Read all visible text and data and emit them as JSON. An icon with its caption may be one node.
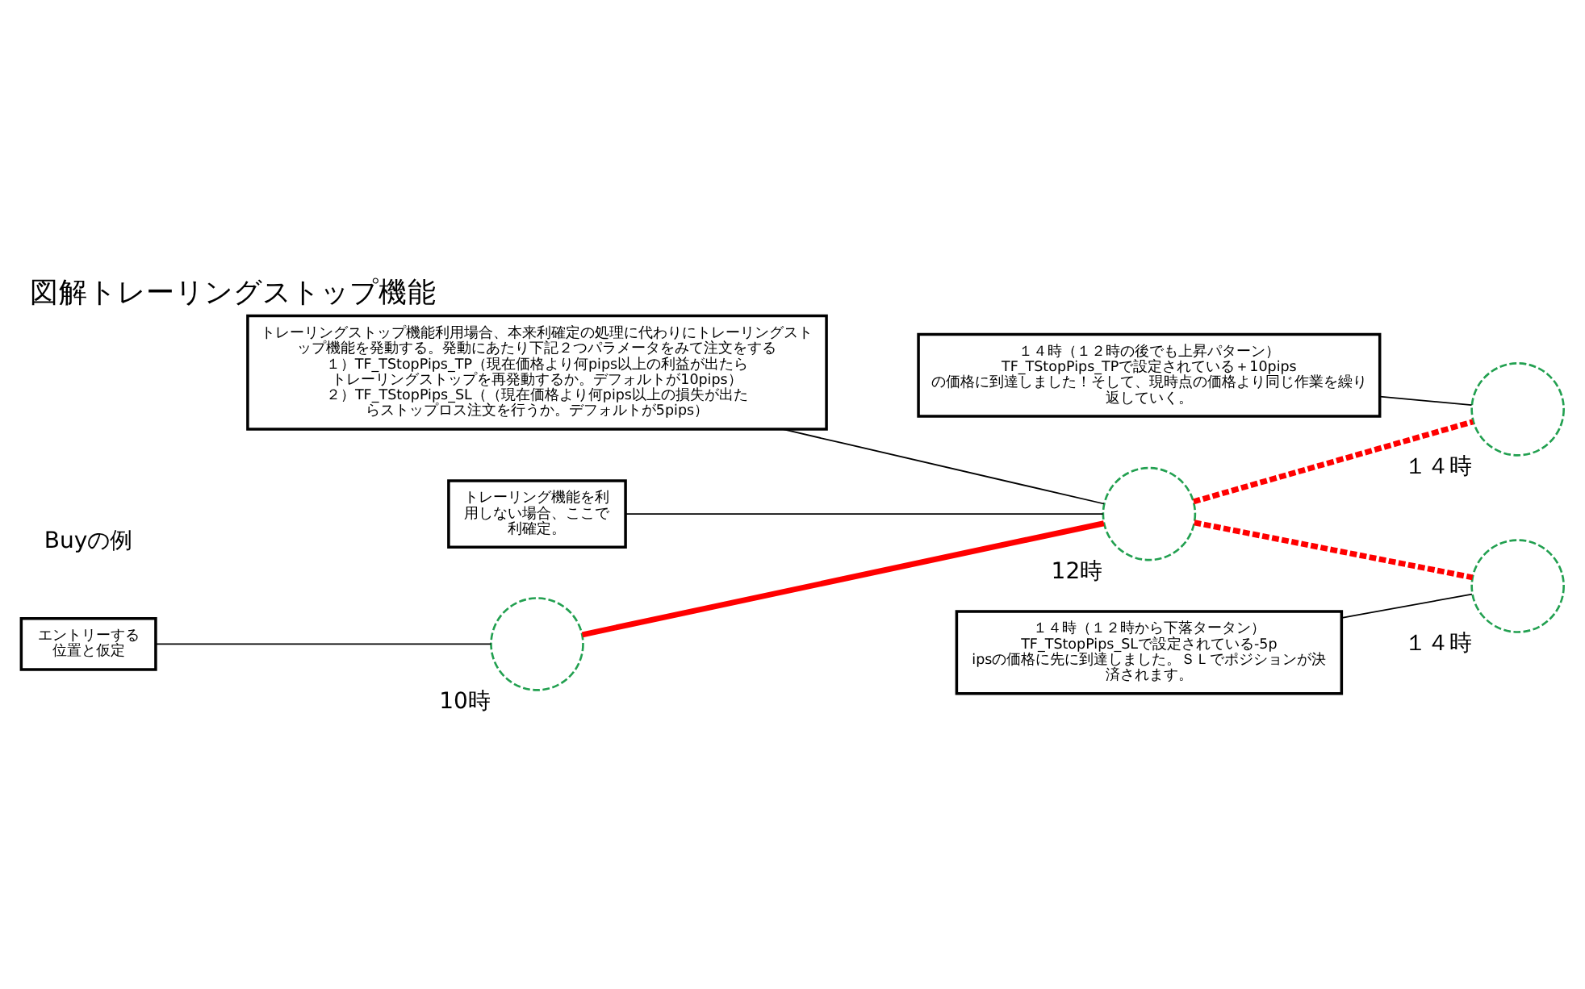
{
  "diagram": {
    "title": "図解トレーリングストップ機能",
    "nodes": [
      {
        "text": [
          "トレーリングストップ機能利用場合、本来利確定の処理に代わりにトレーリングストップ機能を発動する。発動にあたり下記２つパラメータをみて注文をする",
          "１）TF_TStopPips_TP（現在価格より何pips以上の利益が出たらトレーリングストップを再発動するか。デフォルトが10pips）",
          "２）TF_TStopPips_SL（（現在価格より何pips以上の損失が出たらストップロス注文を行うか。デフォルトが5pips）"
        ]
      },
      {
        "text": [
          "トレーリング機能を利用しない場合、ここで利確定。"
        ]
      },
      {
        "text": [],
        "shape": "circle",
        "beside": [
          "10時"
        ]
      },
      {
        "text": [],
        "shape": "circle",
        "beside": [
          "12時"
        ]
      },
      {
        "text": [],
        "shape": "circle",
        "beside": [
          "１４時"
        ]
      },
      {
        "text": [],
        "shape": "circle",
        "beside": [
          "１４時"
        ]
      },
      {
        "text": [
          "１４時（１２時の後でも上昇パターン）",
          "TF_TStopPips_TPで設定されている＋10pipsの価格に到達しました！そして、現時点の価格より同じ作業を繰り返していく。"
        ]
      },
      {
        "text": [
          "１４時（１２時から下落タータン）",
          "TF_TStopPips_SLで設定されている-5pipsの価格に先に到達しました。ＳＬでポジションが決済されます。"
        ]
      },
      {
        "text": [
          "エントリーする位置と仮定"
        ]
      }
    ],
    "edges": [
      {
        "from": 2,
        "to": 3,
        "arrow": "none",
        "style": "thick",
        "color": "#ff0000"
      },
      {
        "from": 3,
        "to": 4,
        "arrow": "none",
        "style": "dashed",
        "color": "#ff0000"
      },
      {
        "from": 3,
        "to": 5,
        "arrow": "none",
        "style": "dashed",
        "color": "#ff0000"
      },
      {
        "from": 0,
        "to": 3,
        "arrow": "none"
      },
      {
        "from": 1,
        "to": 3,
        "arrow": "none"
      },
      {
        "from": 6,
        "to": 4,
        "arrow": "none"
      },
      {
        "from": 7,
        "to": 5,
        "arrow": "none"
      },
      {
        "from": 8,
        "to": 2,
        "arrow": "none"
      }
    ],
    "labels": [
      "Buyの例"
    ]
  }
}
